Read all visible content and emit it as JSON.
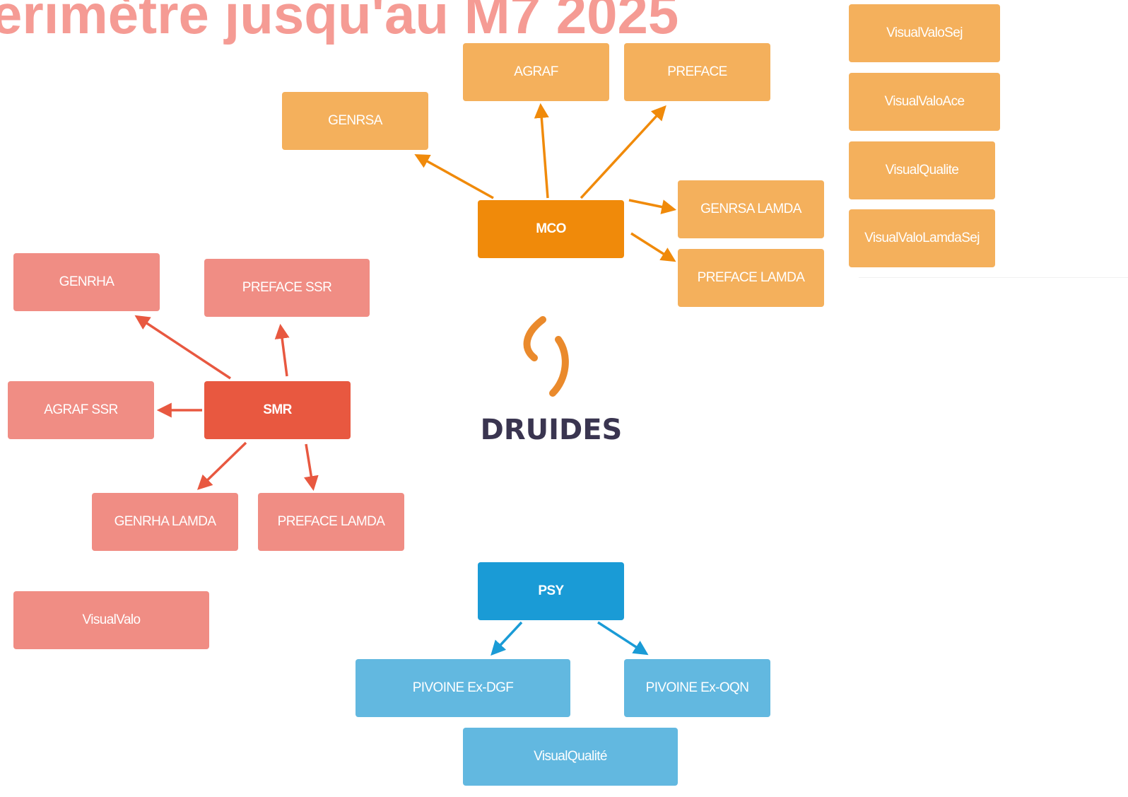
{
  "title": "erimètre jusqu'au M7 2025",
  "colors": {
    "title": "#f59b94",
    "mco_main": "#f08a0a",
    "mco_child": "#f4b05c",
    "smr_main": "#e85840",
    "smr_child": "#f08d84",
    "psy_main": "#1a9bd6",
    "psy_child": "#62b8e0"
  },
  "mco": {
    "main": "MCO",
    "genrsa": "GENRSA",
    "agraf": "AGRAF",
    "preface": "PREFACE",
    "genrsa_lamda": "GENRSA LAMDA",
    "preface_lamda": "PREFACE LAMDA",
    "visual": [
      "VisualValoSej",
      "VisualValoAce",
      "VisualQualite",
      "VisualValoLamdaSej"
    ]
  },
  "smr": {
    "main": "SMR",
    "genrha": "GENRHA",
    "preface_ssr": "PREFACE SSR",
    "agraf_ssr": "AGRAF SSR",
    "genrha_lamda": "GENRHA LAMDA",
    "preface_lamda": "PREFACE LAMDA",
    "visual": "VisualValo"
  },
  "psy": {
    "main": "PSY",
    "pivoine_dgf": "PIVOINE Ex-DGF",
    "pivoine_oqn": "PIVOINE Ex-OQN",
    "visual": "VisualQualité"
  },
  "logo": {
    "text": "DRUIDES",
    "icon": "druides-logo-icon"
  }
}
